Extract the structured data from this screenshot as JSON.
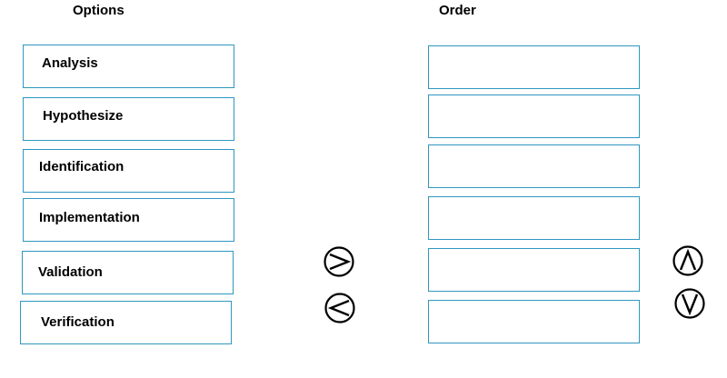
{
  "headings": {
    "options": "Options",
    "order": "Order"
  },
  "options": [
    {
      "label": "Analysis"
    },
    {
      "label": "Hypothesize"
    },
    {
      "label": "Identification"
    },
    {
      "label": "Implementation"
    },
    {
      "label": "Validation"
    },
    {
      "label": "Verification"
    }
  ],
  "order_slots": [
    {
      "label": ""
    },
    {
      "label": ""
    },
    {
      "label": ""
    },
    {
      "label": ""
    },
    {
      "label": ""
    },
    {
      "label": ""
    }
  ],
  "controls": {
    "move_right_icon": "chevron-right-icon",
    "move_left_icon": "chevron-left-icon",
    "move_up_icon": "chevron-up-icon",
    "move_down_icon": "chevron-down-icon"
  },
  "colors": {
    "box_border": "#2f97c1",
    "text": "#000000",
    "background": "#ffffff"
  }
}
